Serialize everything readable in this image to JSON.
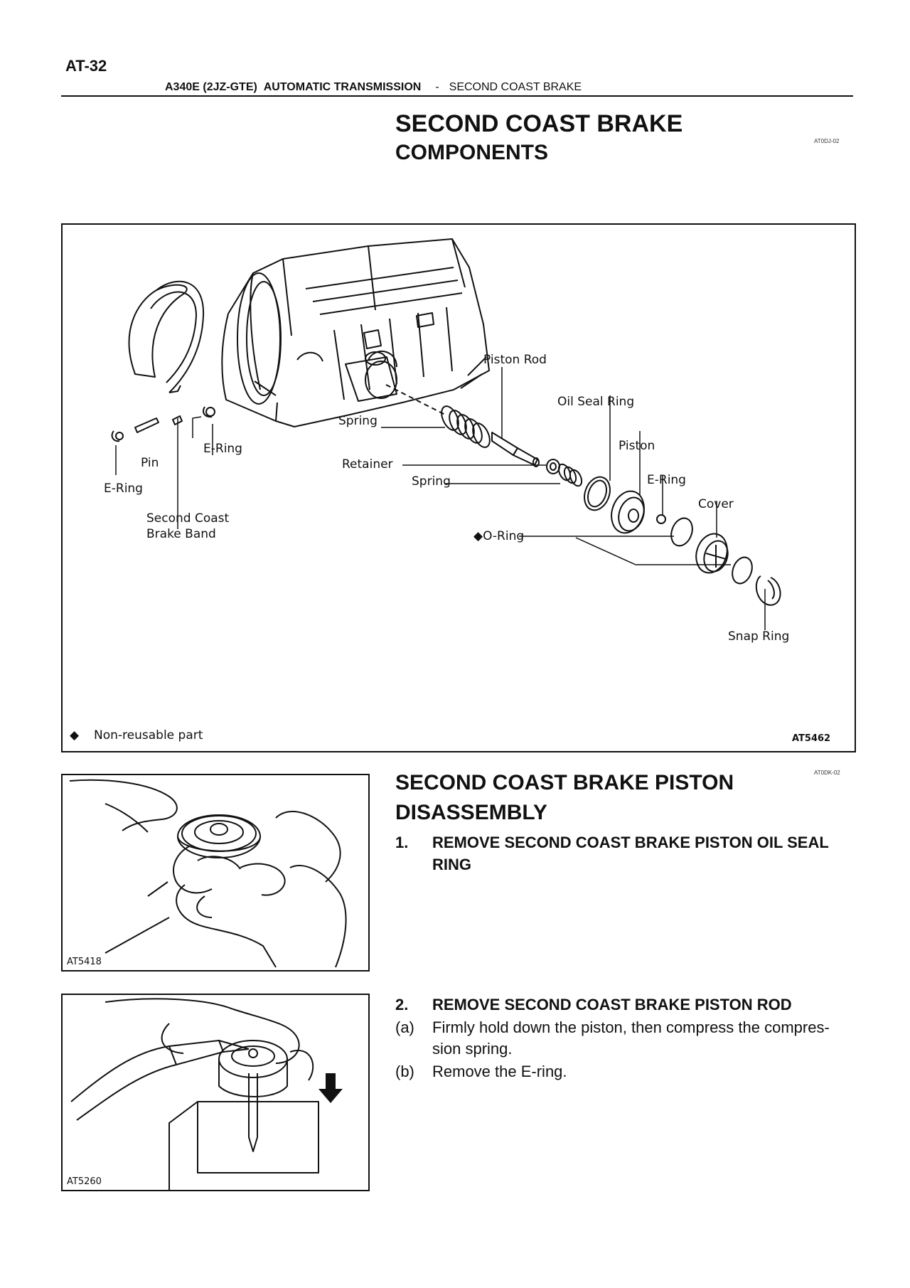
{
  "page": {
    "number": "AT-32"
  },
  "header": {
    "model": "A340E (2JZ-GTE)",
    "section": "AUTOMATIC TRANSMISSION",
    "separator": "-",
    "topic": "SECOND COAST BRAKE"
  },
  "components": {
    "title": "SECOND COAST BRAKE",
    "subtitle": "COMPONENTS",
    "ref_code": "AT0DJ-02",
    "figure": {
      "code": "AT5462",
      "legend_symbol": "◆",
      "legend_text": "Non-reusable part",
      "labels": {
        "piston_rod": "Piston Rod",
        "oil_seal_ring": "Oil Seal Ring",
        "spring_1": "Spring",
        "piston": "Piston",
        "retainer": "Retainer",
        "spring_2": "Spring",
        "e_ring_right": "E-Ring",
        "cover": "Cover",
        "o_ring": "◆O-Ring",
        "snap_ring": "Snap Ring",
        "e_ring_left_top": "E-Ring",
        "pin": "Pin",
        "e_ring_left_bottom": "E-Ring",
        "band_line1": "Second Coast",
        "band_line2": "Brake Band"
      }
    }
  },
  "disassembly": {
    "title_line1": "SECOND COAST BRAKE PISTON",
    "title_line2": "DISASSEMBLY",
    "ref_code": "AT0DK-02",
    "steps": [
      {
        "num": "1.",
        "text_line1": "REMOVE SECOND COAST BRAKE PISTON OIL SEAL",
        "text_line2": "RING"
      },
      {
        "num": "2.",
        "text": "REMOVE SECOND COAST BRAKE PISTON ROD",
        "substeps": [
          {
            "mark": "(a)",
            "line1": "Firmly hold down the piston, then compress the compres-",
            "line2": "sion spring."
          },
          {
            "mark": "(b)",
            "line1": "Remove  the  E-ring."
          }
        ]
      }
    ],
    "figures": [
      {
        "code": "AT5418"
      },
      {
        "code": "AT5260"
      }
    ]
  }
}
